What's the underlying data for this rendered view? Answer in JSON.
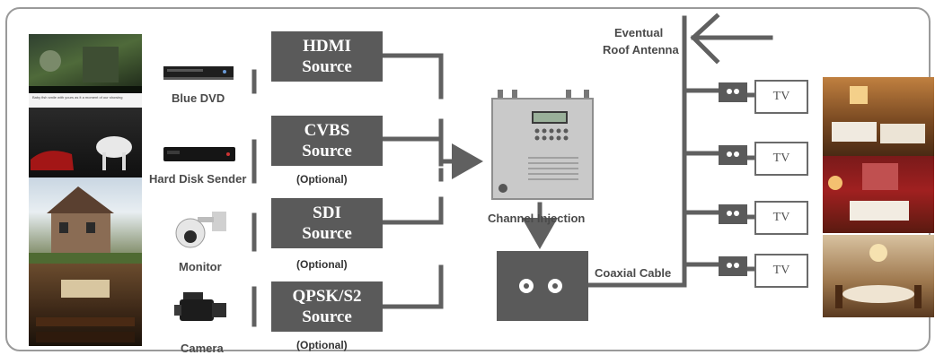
{
  "sources": [
    {
      "line1": "HDMI",
      "line2": "Source",
      "optional": ""
    },
    {
      "line1": "CVBS",
      "line2": "Source",
      "optional": "(Optional)"
    },
    {
      "line1": "SDI",
      "line2": "Source",
      "optional": "(Optional)"
    },
    {
      "line1": "QPSK/S2",
      "line2": "Source",
      "optional": "(Optional)"
    }
  ],
  "devices": {
    "blue_dvd": "Blue DVD",
    "hard_disk": "Hard Disk Sender",
    "monitor": "Monitor",
    "camera": "Camera"
  },
  "antenna": {
    "line1": "Eventual",
    "line2": "Roof Antenna"
  },
  "channel_injection": "Channel Injection",
  "coaxial_cable": "Coaxial Cable",
  "tvs": [
    "TV",
    "TV",
    "TV",
    "TV"
  ],
  "photo_caption": "Baby fish smile with yours as it a moment of our showing",
  "colors": {
    "box": "#5a5a5a",
    "line": "#606060",
    "frame": "#9a9a9a"
  }
}
